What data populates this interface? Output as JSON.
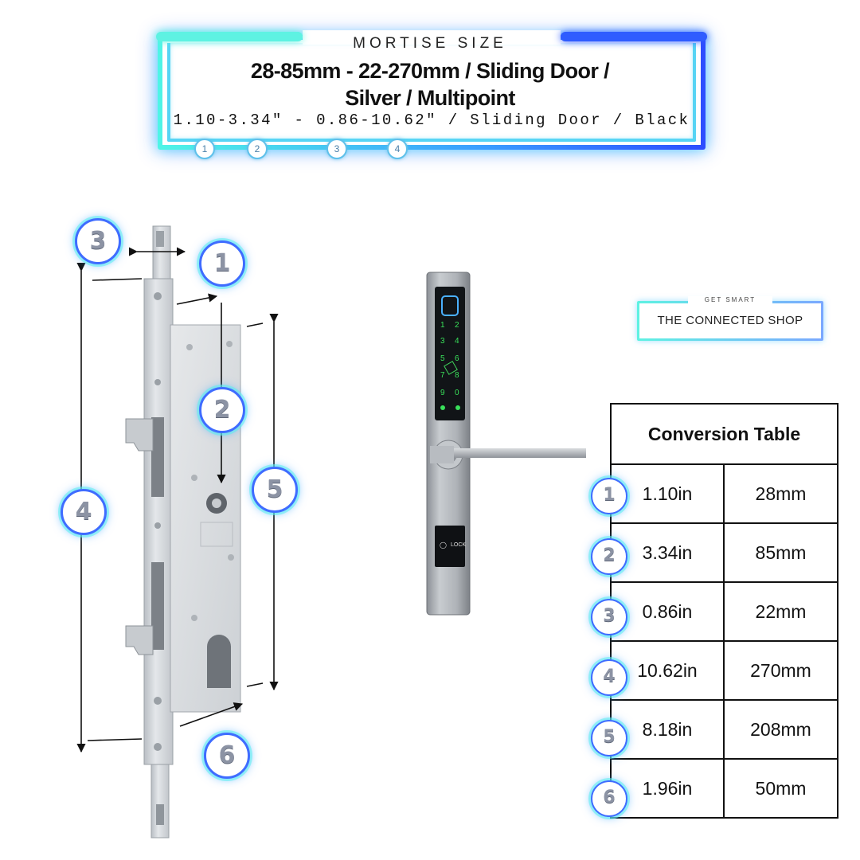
{
  "header": {
    "kicker": "MORTISE SIZE",
    "title_line1": "28-85mm - 22-270mm / Sliding Door /",
    "title_line2": "Silver / Multipoint",
    "subtitle": "1.10-3.34\" - 0.86-10.62\" / Sliding Door / Black",
    "steps": [
      "1",
      "2",
      "3",
      "4"
    ]
  },
  "diagram": {
    "badges": [
      "3",
      "1",
      "2",
      "4",
      "5",
      "6"
    ],
    "keypad": [
      "1",
      "2",
      "3",
      "4",
      "5",
      "6",
      "7",
      "8",
      "9",
      "0"
    ],
    "lock_button_label": "LOCK"
  },
  "logo": {
    "kicker": "GET SMART",
    "name": "THE CONNECTED SHOP"
  },
  "table": {
    "title": "Conversion Table",
    "rows": [
      {
        "n": "1",
        "inches": "1.10in",
        "mm": "28mm"
      },
      {
        "n": "2",
        "inches": "3.34in",
        "mm": "85mm"
      },
      {
        "n": "3",
        "inches": "0.86in",
        "mm": "22mm"
      },
      {
        "n": "4",
        "inches": "10.62in",
        "mm": "270mm"
      },
      {
        "n": "5",
        "inches": "8.18in",
        "mm": "208mm"
      },
      {
        "n": "6",
        "inches": "1.96in",
        "mm": "50mm"
      }
    ]
  },
  "colors": {
    "accent_cyan": "#5ef2e2",
    "accent_blue": "#2f5cff",
    "keypad_green": "#39e05a",
    "steel": "#c9cdd2"
  }
}
